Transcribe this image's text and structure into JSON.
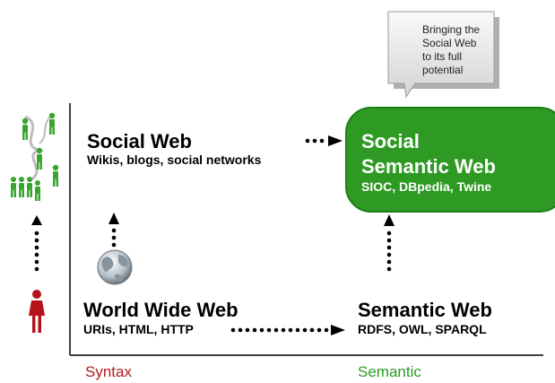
{
  "callout": {
    "lines": [
      "Bringing the",
      "Social Web",
      "to its full",
      "potential"
    ]
  },
  "social_web": {
    "title": "Social Web",
    "subtitle": "Wikis, blogs, social networks"
  },
  "social_semantic_web": {
    "title_line1": "Social",
    "title_line2": "Semantic Web",
    "subtitle": "SIOC, DBpedia, Twine"
  },
  "world_wide_web": {
    "title": "World Wide Web",
    "subtitle": "URIs, HTML, HTTP"
  },
  "semantic_web": {
    "title": "Semantic Web",
    "subtitle": "RDFS, OWL, SPARQL"
  },
  "axis": {
    "x_left_label": "Syntax",
    "x_right_label": "Semantic"
  },
  "colors": {
    "green": "#2e9a24",
    "dark_green": "#1f7d17",
    "syntax_red": "#b01a1a",
    "semantic_green": "#2e9a24",
    "person_red": "#b5121b"
  },
  "icons": [
    "people-group-icon",
    "single-person-icon",
    "globe-icon"
  ]
}
